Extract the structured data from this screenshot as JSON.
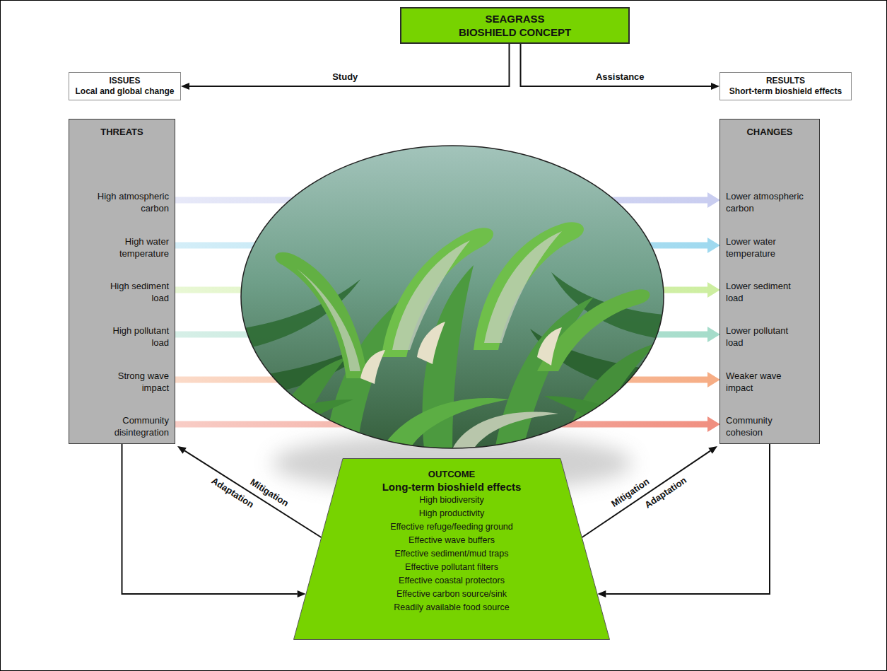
{
  "diagram": {
    "nodes": [
      {
        "text": [
          "SEAGRASS BIOSHIELD CONCEPT"
        ]
      },
      {
        "text": [
          "ISSUES",
          "Local and global change"
        ]
      },
      {
        "text": [
          "RESULTS",
          "Short-term bioshield effects"
        ]
      },
      {
        "text": [
          "THREATS"
        ]
      },
      {
        "text": [
          "High atmospheric carbon"
        ],
        "in": 3
      },
      {
        "text": [
          "High water temperature"
        ],
        "in": 3
      },
      {
        "text": [
          "High sediment load"
        ],
        "in": 3
      },
      {
        "text": [
          "High pollutant load"
        ],
        "in": 3
      },
      {
        "text": [
          "Strong wave impact"
        ],
        "in": 3
      },
      {
        "text": [
          "Community disintegration"
        ],
        "in": 3
      },
      {
        "text": [
          "CHANGES"
        ]
      },
      {
        "text": [
          "Lower atmospheric carbon"
        ],
        "in": 10
      },
      {
        "text": [
          "Lower water temperature"
        ],
        "in": 10
      },
      {
        "text": [
          "Lower sediment load"
        ],
        "in": 10
      },
      {
        "text": [
          "Lower pollutant load"
        ],
        "in": 10
      },
      {
        "text": [
          "Weaker wave impact"
        ],
        "in": 10
      },
      {
        "text": [
          "Community cohesion"
        ],
        "in": 10
      },
      {
        "text": [
          "OUTCOME",
          "Long-term bioshield effects",
          "High biodiversity",
          "High productivity",
          "Effective refuge/feeding ground",
          "Effective wave buffers",
          "Effective sediment/mud traps",
          "Effective pollutant filters",
          "Effective coastal protectors",
          "Effective carbon source/sink",
          "Readily available food source"
        ]
      }
    ],
    "edges": [
      {
        "from": 0,
        "to": 1,
        "arrow": "to",
        "label": "Study"
      },
      {
        "from": 0,
        "to": 2,
        "arrow": "to",
        "label": "Assistance"
      },
      {
        "from": 4,
        "to": 11,
        "arrow": "to"
      },
      {
        "from": 5,
        "to": 12,
        "arrow": "to"
      },
      {
        "from": 6,
        "to": 13,
        "arrow": "to"
      },
      {
        "from": 7,
        "to": 14,
        "arrow": "to"
      },
      {
        "from": 8,
        "to": 15,
        "arrow": "to"
      },
      {
        "from": 9,
        "to": 16,
        "arrow": "to"
      },
      {
        "from": 3,
        "to": 17,
        "arrow": "to"
      },
      {
        "from": 17,
        "to": 3,
        "arrow": "to",
        "label": "Mitigation"
      },
      {
        "from": 10,
        "to": 17,
        "arrow": "to"
      },
      {
        "from": 17,
        "to": 10,
        "arrow": "to",
        "label": "Mitigation"
      }
    ],
    "labels": [
      "Adaptation",
      "Adaptation"
    ]
  }
}
